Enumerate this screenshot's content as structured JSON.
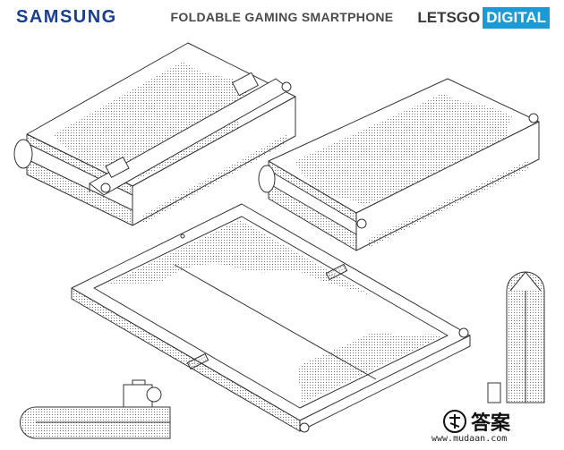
{
  "header": {
    "brand_left": "SAMSUNG",
    "title": "FOLDABLE GAMING SMARTPHONE",
    "brand_right_part1": "LETSGO",
    "brand_right_part2": "DIGITAL"
  },
  "watermark": {
    "text": "答案",
    "url": "www.mudaan.com"
  },
  "colors": {
    "samsung_blue": "#1b3f8f",
    "digital_blue": "#1a9ad6",
    "line": "#333333"
  }
}
